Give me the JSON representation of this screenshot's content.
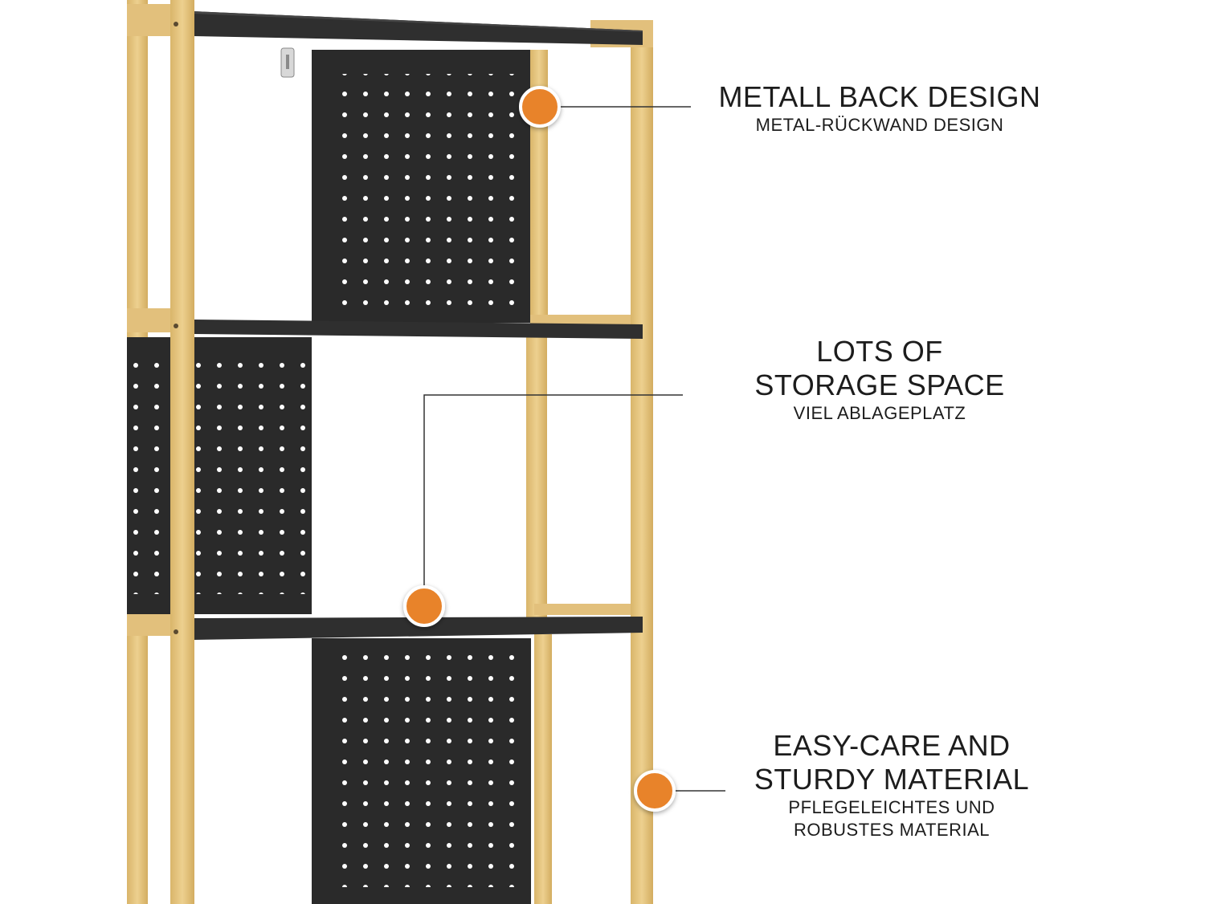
{
  "colors": {
    "wood": "#e3c17a",
    "wood_dark": "#c9a35a",
    "panel": "#2b2b2b",
    "shelf": "#2e2e2e",
    "hole": "#ffffff",
    "marker": "#e8832a",
    "leader_line": "#333333"
  },
  "callouts": [
    {
      "title_lines": [
        "METALL BACK DESIGN"
      ],
      "sub_lines": [
        "METAL-RÜCKWAND DESIGN"
      ]
    },
    {
      "title_lines": [
        "LOTS OF",
        "STORAGE SPACE"
      ],
      "sub_lines": [
        "VIEL ABLAGEPLATZ"
      ]
    },
    {
      "title_lines": [
        "EASY-CARE AND",
        "STURDY MATERIAL"
      ],
      "sub_lines": [
        "PFLEGELEICHTES UND",
        "ROBUSTES MATERIAL"
      ]
    }
  ]
}
